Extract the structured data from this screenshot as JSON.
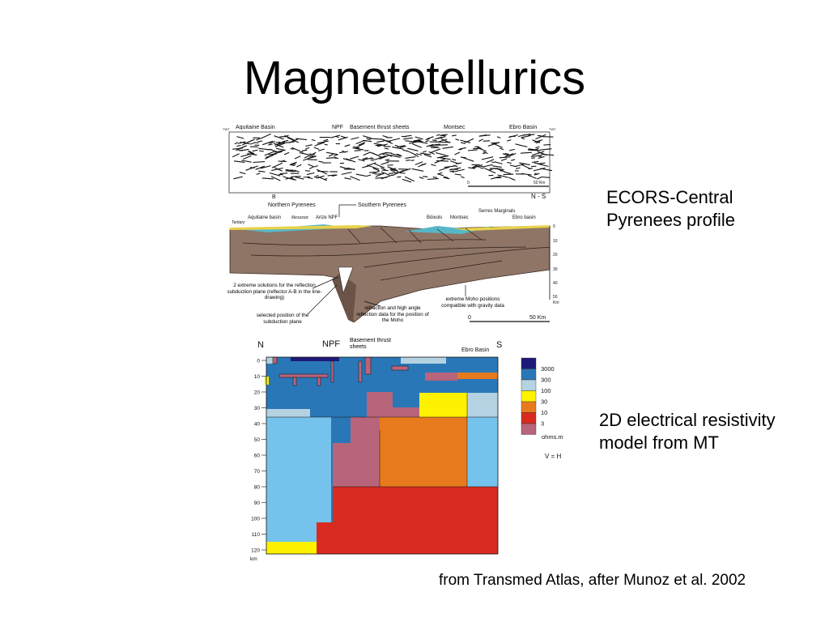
{
  "slide": {
    "title": "Magnetotellurics",
    "caption_ecors": "ECORS-Central Pyrenees profile",
    "caption_mt": "2D electrical resistivity model from MT",
    "source": "from Transmed Atlas, after Munoz et al. 2002"
  },
  "seismic": {
    "labels": [
      "Aquitaine Basin",
      "NPF",
      "Basement thrust sheets",
      "Montsec",
      "Ebro Basin"
    ],
    "twt": "TWT",
    "scale": [
      "0",
      "50 Km"
    ],
    "section_letters": [
      "B",
      "N - S"
    ]
  },
  "cross_section": {
    "top_labels": [
      "Northern Pyrenees",
      "Southern Pyrenees"
    ],
    "units": [
      "Aquitaine basin",
      "Mesozoic",
      "Arize NPF",
      "Bòixols",
      "Montsec",
      "Serres Marginals",
      "Ebro basin"
    ],
    "tertiary": "Tertiary",
    "depth_ticks": [
      "0",
      "10",
      "20",
      "30",
      "40",
      "50"
    ],
    "depth_unit": "Km",
    "annotations": [
      "2 extreme solutions for the reflection subduction plane (reflector A-B in the line-drawing)",
      "selected position of the subduction plane",
      "refraction and high angle reflection data for the position of the Moho",
      "extreme Moho positions compatible with gravity data"
    ],
    "scale": [
      "0",
      "50 Km"
    ]
  },
  "mt_model": {
    "labels": [
      "N",
      "NPF",
      "Basement thrust sheets",
      "Ebro Basin",
      "S"
    ],
    "depth_ticks": [
      "0",
      "10",
      "20",
      "30",
      "40",
      "50",
      "60",
      "70",
      "80",
      "90",
      "100",
      "110",
      "120"
    ],
    "depth_unit": "km",
    "legend": [
      {
        "value": "3000",
        "color": "#1e1a78"
      },
      {
        "value": "300",
        "color": "#2a77b8"
      },
      {
        "value": "100",
        "color": "#b4d2e2"
      },
      {
        "value": "30",
        "color": "#fff200"
      },
      {
        "value": "10",
        "color": "#e87a1e"
      },
      {
        "value": "3",
        "color": "#d92a20"
      },
      {
        "value": "",
        "color": "#b8647a"
      }
    ],
    "legend_unit": "ohms.m",
    "vh": "V = H",
    "colors": {
      "c3000": "#1e1a78",
      "c300": "#2a77b8",
      "c100": "#b4d2e2",
      "c30": "#fff200",
      "c10": "#e87a1e",
      "c3": "#d92a20",
      "c1": "#b8647a",
      "cLight": "#75c3ec"
    }
  }
}
